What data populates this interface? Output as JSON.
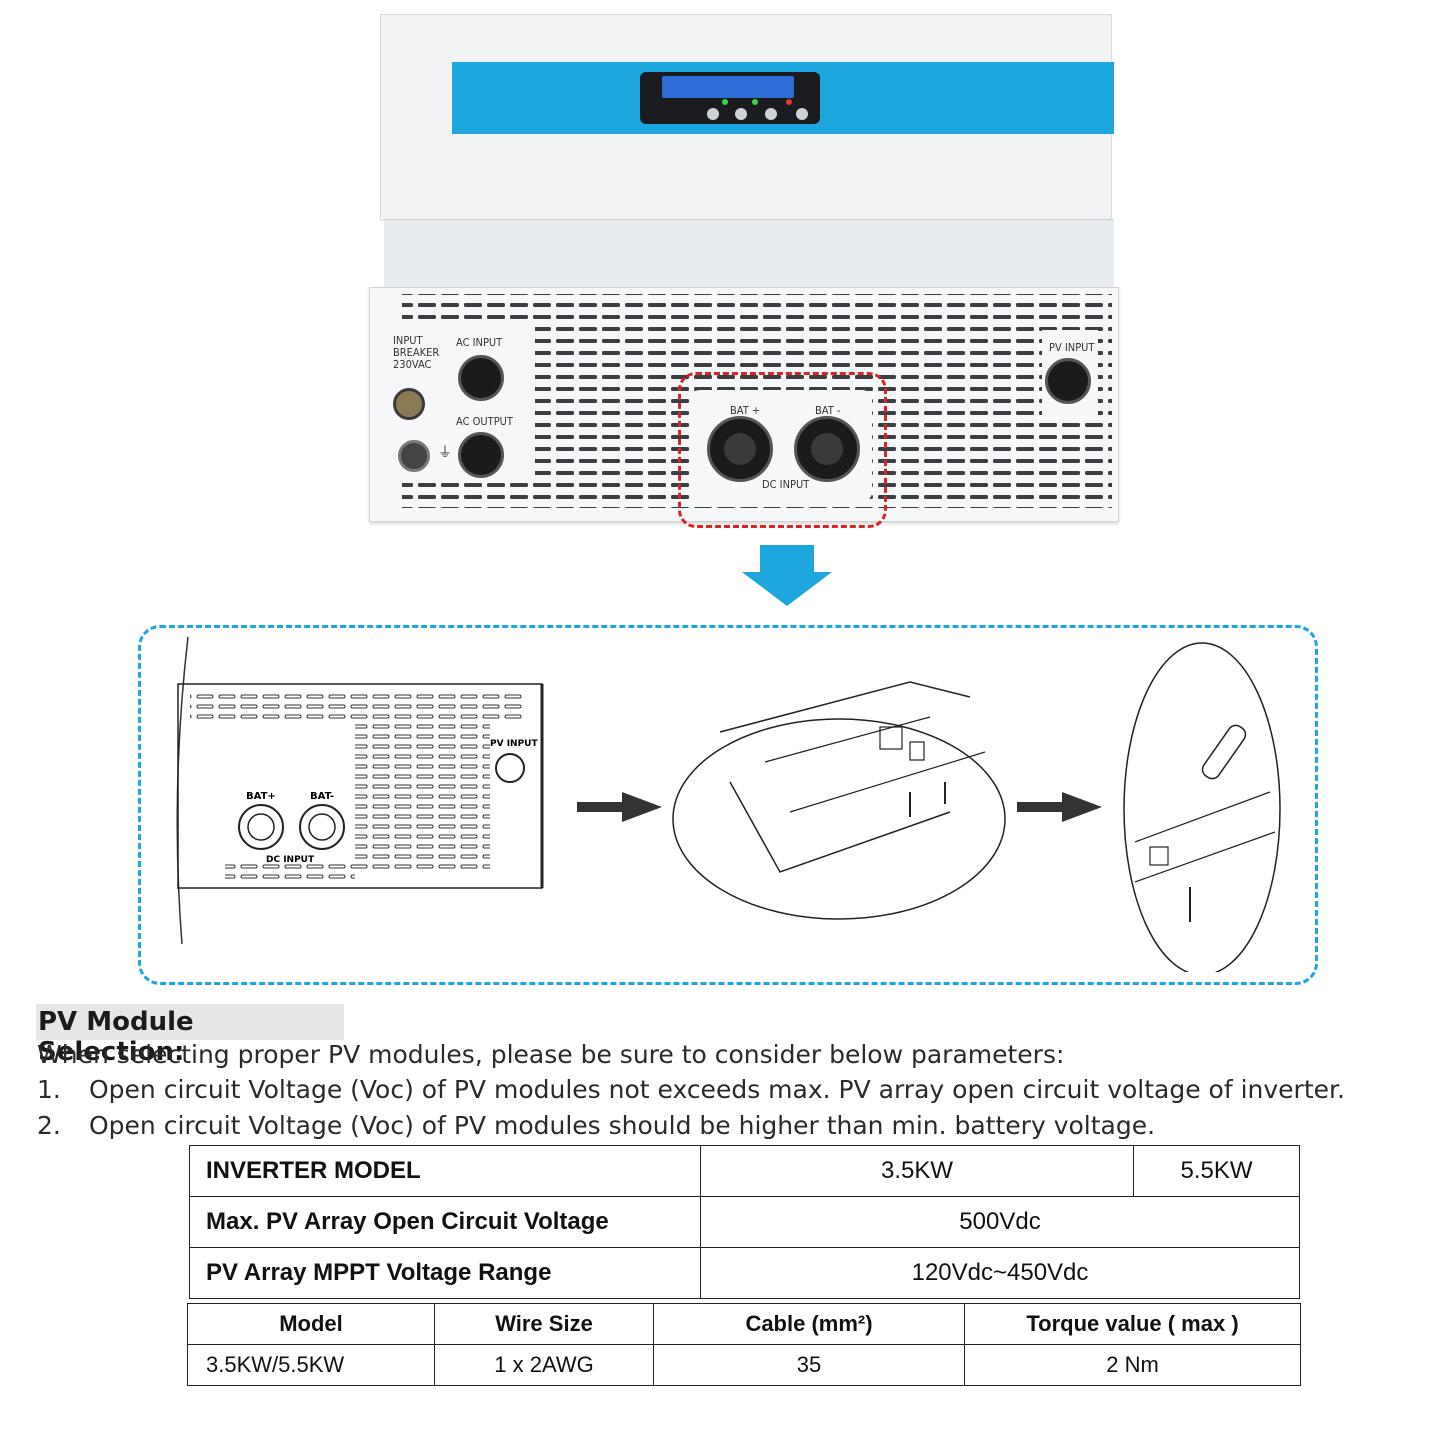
{
  "inverter": {
    "labels": {
      "input_breaker_l1": "INPUT",
      "input_breaker_l2": "BREAKER",
      "input_breaker_l3": "230VAC",
      "ac_input": "AC INPUT",
      "ac_output": "AC OUTPUT",
      "pv_input": "PV INPUT",
      "bat_plus": "BAT +",
      "bat_minus": "BAT -",
      "dc_input": "DC INPUT"
    },
    "colors": {
      "accent_blue": "#1ea6de",
      "highlight_red": "#d9252a"
    }
  },
  "diagram": {
    "pv_input": "PV INPUT",
    "bat_plus": "BAT+",
    "bat_minus": "BAT-",
    "dc_input": "DC INPUT"
  },
  "section": {
    "title": "PV Module Selection:",
    "intro": "When selecting proper PV modules, please be sure to consider below parameters:",
    "items": [
      {
        "num": "1.",
        "text": "Open circuit Voltage (Voc) of PV modules not exceeds max. PV array open circuit voltage of inverter."
      },
      {
        "num": "2.",
        "text": "Open circuit Voltage (Voc) of PV modules should be higher than min. battery voltage."
      }
    ]
  },
  "spec_table": {
    "header_label": "INVERTER MODEL",
    "models": [
      "3.5KW",
      "5.5KW"
    ],
    "rows": [
      {
        "label": "Max. PV Array Open Circuit Voltage",
        "value": "500Vdc"
      },
      {
        "label": "PV Array MPPT Voltage Range",
        "value": "120Vdc~450Vdc"
      }
    ]
  },
  "wire_table": {
    "headers": [
      "Model",
      "Wire Size",
      "Cable  (mm²)",
      "Torque value ( max )"
    ],
    "row": [
      "3.5KW/5.5KW",
      "1 x 2AWG",
      "35",
      "2 Nm"
    ]
  }
}
